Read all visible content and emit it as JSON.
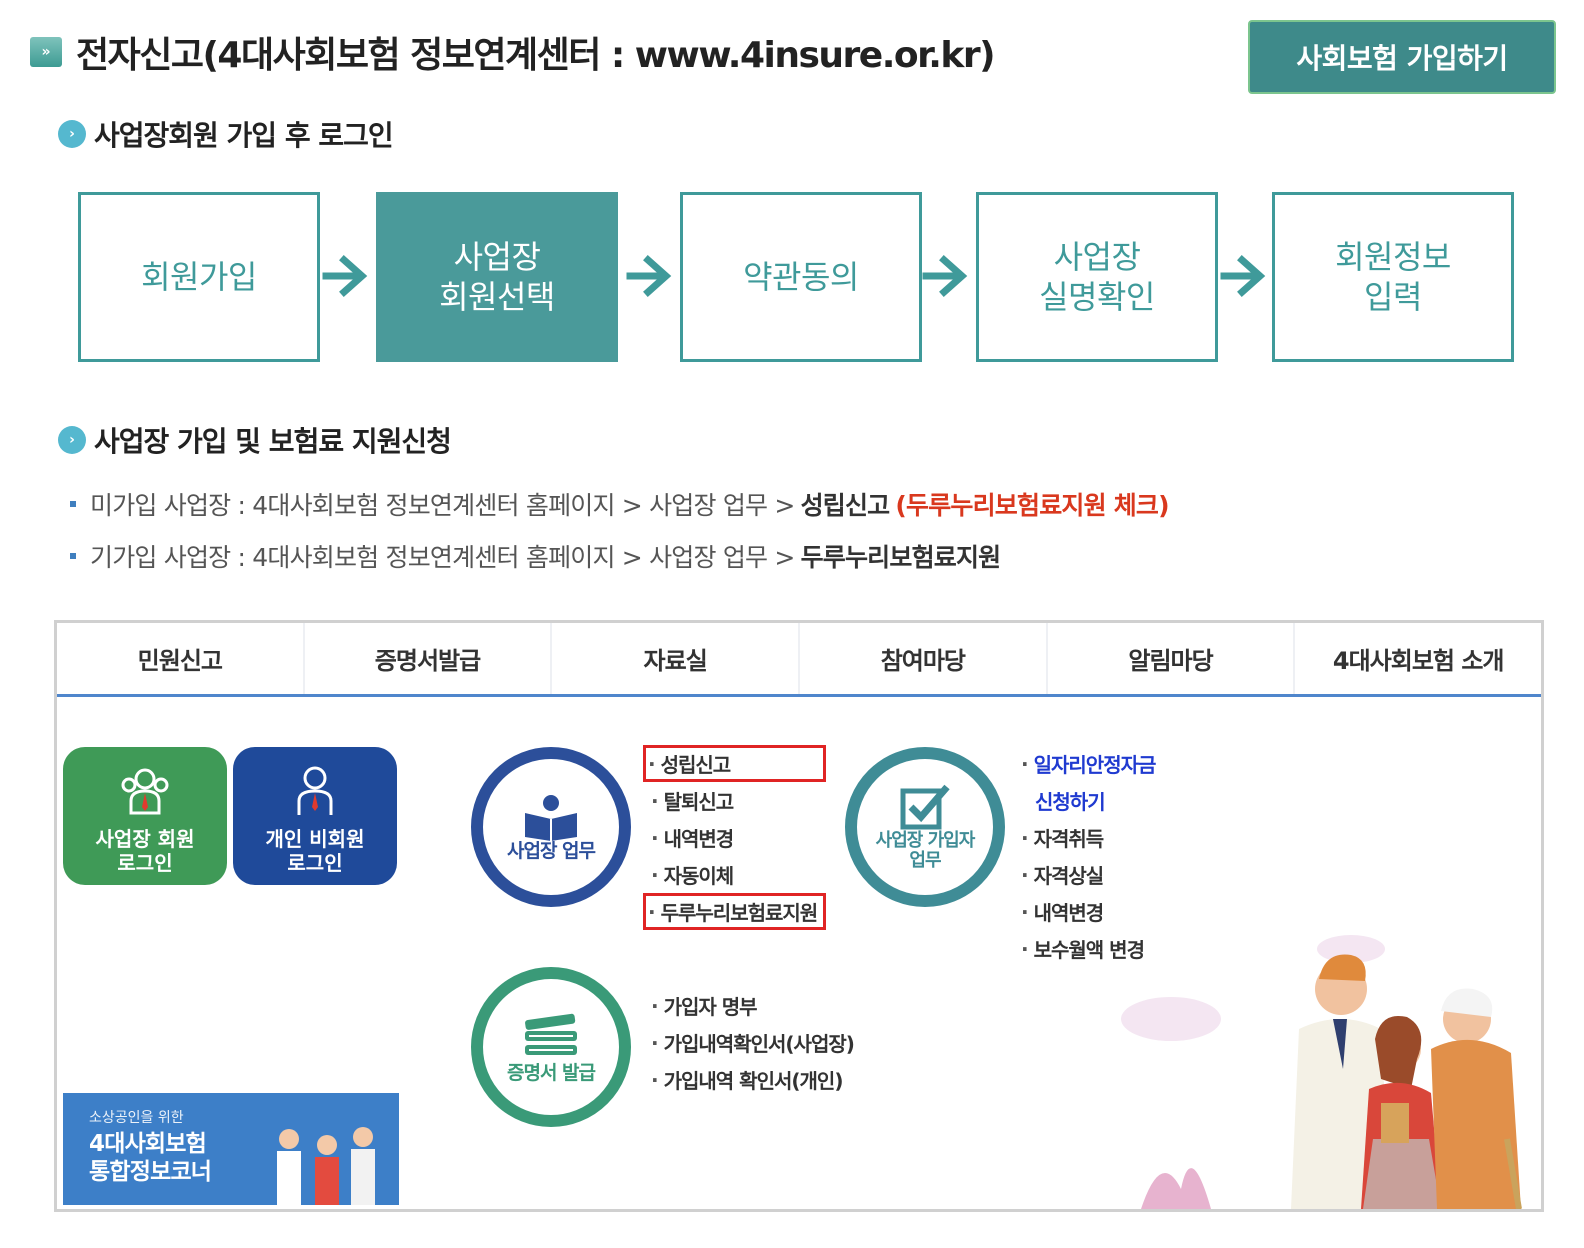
{
  "header": {
    "icon": "double-chevron-icon",
    "title": "전자신고(4대사회보험 정보연계센터 : www.4insure.or.kr)",
    "join_button": "사회보험 가입하기",
    "accent_color": "#3e8a8a"
  },
  "section1": {
    "title": "사업장회원 가입 후 로그인",
    "steps": [
      {
        "line1": "회원가입",
        "line2": ""
      },
      {
        "line1": "사업장",
        "line2": "회원선택"
      },
      {
        "line1": "약관동의",
        "line2": ""
      },
      {
        "line1": "사업장",
        "line2": "실명확인"
      },
      {
        "line1": "회원정보",
        "line2": "입력"
      }
    ],
    "active_step": 1
  },
  "section2": {
    "title": "사업장 가입 및 보험료 지원신청",
    "lines": [
      {
        "text": "미가입 사업장 : 4대사회보험 정보연계센터 홈페이지 > 사업장 업무 >",
        "strong": "성립신고",
        "red": "(두루누리보험료지원 체크)"
      },
      {
        "text": "기가입 사업장 : 4대사회보험 정보연계센터 홈페이지 > 사업장 업무 >",
        "strong": "두루누리보험료지원",
        "red": ""
      }
    ]
  },
  "site": {
    "nav": [
      "민원신고",
      "증명서발급",
      "자료실",
      "참여마당",
      "알림마당",
      "4대사회보험 소개"
    ],
    "login_business": {
      "line1": "사업장 회원",
      "line2": "로그인"
    },
    "login_personal": {
      "line1": "개인 비회원",
      "line2": "로그인"
    },
    "banner": {
      "small": "소상공인을 위한",
      "line1": "4대사회보험",
      "line2": "통합정보코너"
    },
    "business_circle": "사업장 업무",
    "business_menu": [
      "성립신고",
      "탈퇴신고",
      "내역변경",
      "자동이체",
      "두루누리보험료지원"
    ],
    "subscriber_circle": {
      "line1": "사업장 가입자",
      "line2": "업무"
    },
    "subscriber_menu": [
      "일자리안정자금",
      "신청하기",
      "자격취득",
      "자격상실",
      "내역변경",
      "보수월액 변경"
    ],
    "cert_circle": "증명서 발급",
    "cert_menu": [
      "가입자 명부",
      "가입내역확인서(사업장)",
      "가입내역 확인서(개인)"
    ],
    "highlight_color": "#e02424"
  }
}
